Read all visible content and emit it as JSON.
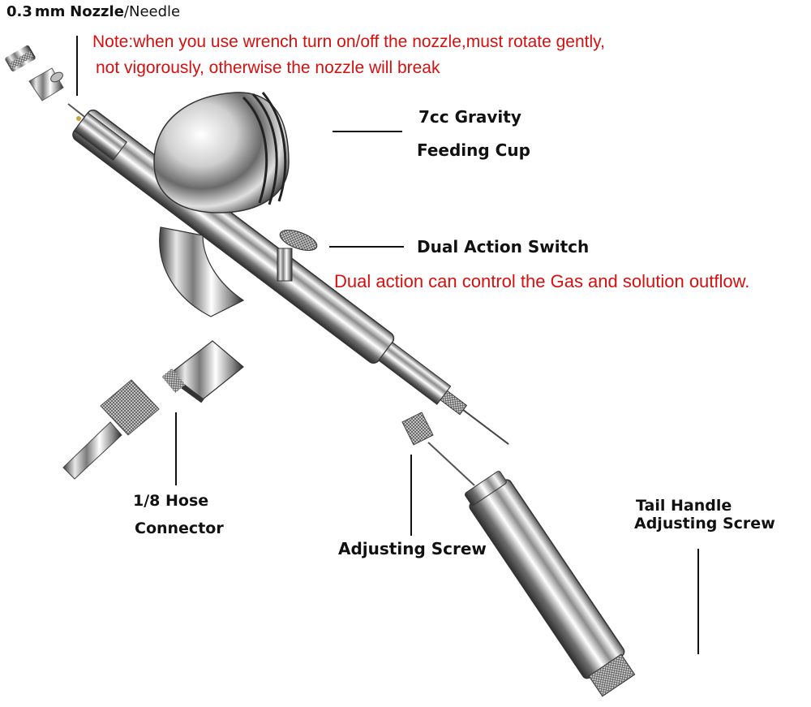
{
  "labels": {
    "nozzle_size": "0.3",
    "nozzle_unit": "mm",
    "nozzle_name": "Nozzle",
    "nozzle_sep": "/",
    "nozzle_alt": "Needle",
    "note_line1": "Note:when you use wrench turn on/off the nozzle,must rotate gently,",
    "note_line2": "not vigorously, otherwise the nozzle will break",
    "cup_line1": "7cc Gravity",
    "cup_line2": "Feeding Cup",
    "switch": "Dual Action Switch",
    "switch_note": "Dual action can control the Gas  and solution outflow.",
    "hose_line1": "1/8 Hose",
    "hose_line2": "Connector",
    "adjusting_screw": "Adjusting Screw",
    "tail_line1": "Tail Handle",
    "tail_line2": "Adjusting Screw"
  },
  "colors": {
    "note_red": "#d60f0f",
    "label_text": "#111111",
    "metal_dark": "#3a3a3a",
    "metal_light": "#f4f4f4"
  },
  "parts": [
    "nozzle-cap",
    "nozzle-cap-small",
    "needle-tip",
    "gravity-cup",
    "airbrush-body",
    "dual-action-trigger",
    "hose-connector",
    "needle-adjusting-screw",
    "tail-handle"
  ]
}
